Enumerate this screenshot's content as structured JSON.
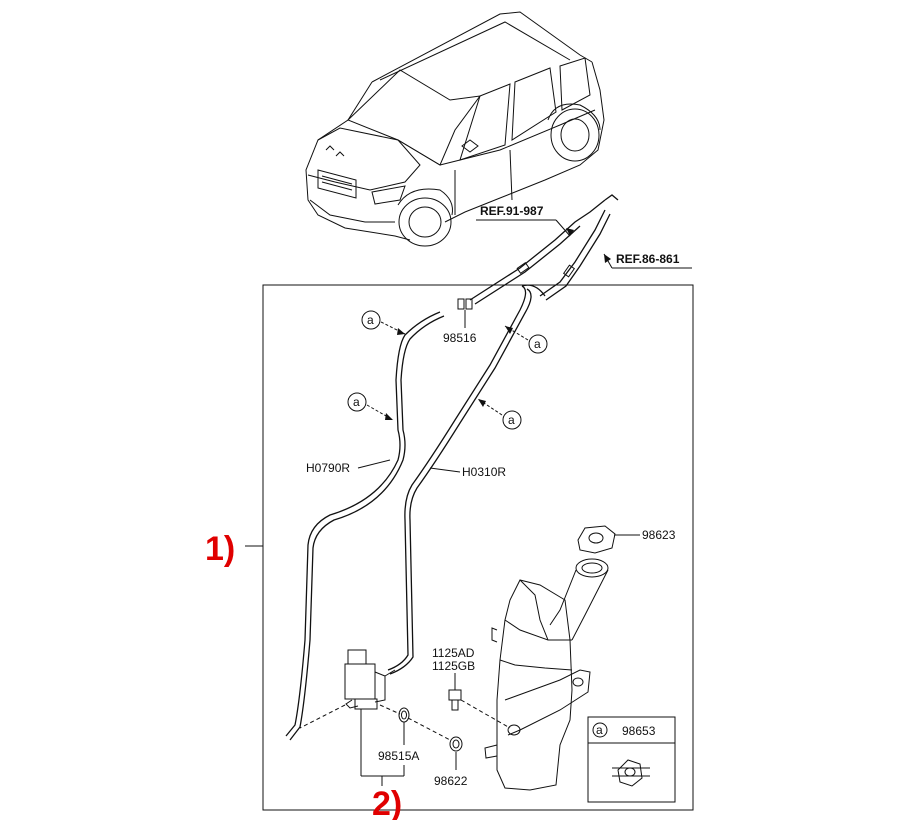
{
  "refs": {
    "ref1": "REF.91-987",
    "ref2": "REF.86-861"
  },
  "parts": {
    "p98516": "98516",
    "h0790r": "H0790R",
    "h0310r": "H0310R",
    "p98623": "98623",
    "p1125ad": "1125AD",
    "p1125gb": "1125GB",
    "p98515a": "98515A",
    "p98622": "98622",
    "p98653": "98653"
  },
  "markers": {
    "a": "a"
  },
  "callouts": {
    "c1": "1)",
    "c2": "2)"
  }
}
